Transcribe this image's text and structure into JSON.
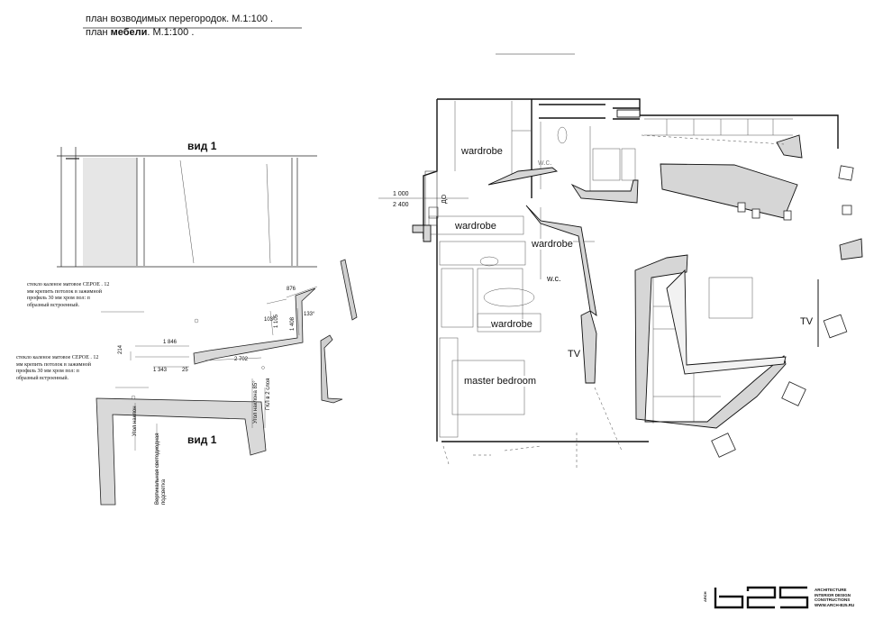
{
  "titles": {
    "line1": "план возводимых перегородок. М.1:100 .",
    "line2_prefix": "план ",
    "line2_bold": "мебели",
    "line2_suffix": ". М.1:100 ."
  },
  "views": {
    "view1_top": "вид 1",
    "view1_bottom": "вид 1"
  },
  "notes": {
    "note_upper": "стекло каленое матовое СЕРОЕ . 12 мм крепить потолок в зажимной профиль 30 мм хром пол: п образный встроенный.",
    "note_lower": "стекло каленое матовое СЕРОЕ . 12 мм крепить потолок в зажимной профиль 30 мм хром пол: п образный встроенный."
  },
  "dimensions": {
    "d876": "876",
    "d1846": "1 846",
    "d1343": "1 343",
    "d2702": "2 702",
    "d103": "103°",
    "d133": "133°",
    "d1105": "1 105",
    "d1408": "1 408",
    "d214": "214",
    "d25": "25",
    "d1000": "1 000",
    "d2400": "2 400",
    "do": "ДО"
  },
  "vertical_labels": {
    "ugol_nakl": "Угол наклон",
    "vertikal": "Вертикальная светодиодная подсветка",
    "ugol85": "Угол наклона 85°",
    "gkl": "ГКЛ в 2 слоя"
  },
  "rooms": {
    "wardrobe_top": "wardrobe",
    "wardrobe_mid": "wardrobe",
    "wardrobe_right": "wardrobe",
    "wardrobe_bottom": "wardrobe",
    "wc_left": "w.c.",
    "wc_right": "w.c.",
    "tv_left": "TV",
    "tv_right": "TV",
    "master": "master bedroom"
  },
  "logo": {
    "mark": "b25",
    "side": "ARCH",
    "text_lines": [
      "ARCHITECTURE",
      "INTERIOR DESIGN",
      "CONSTRUCTIONS",
      "WWW.ARCH-B25.RU"
    ]
  }
}
